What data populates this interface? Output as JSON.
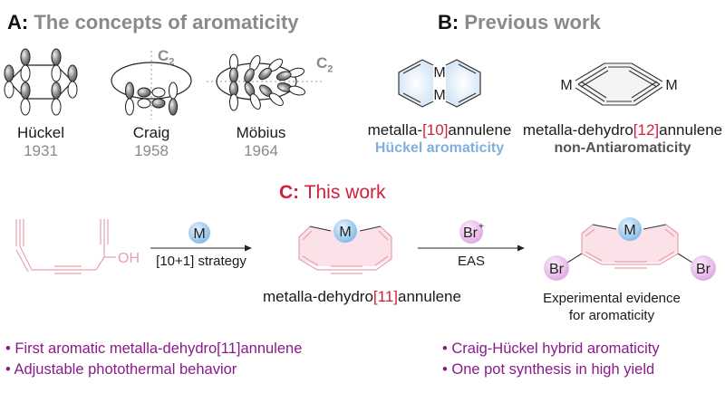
{
  "panel_a": {
    "letter": "A:",
    "title": "The concepts of aromaticity",
    "axis_label": "C",
    "axis_sub": "2",
    "concepts": [
      {
        "name": "Hückel",
        "year": "1931"
      },
      {
        "name": "Craig",
        "year": "1958"
      },
      {
        "name": "Möbius",
        "year": "1964"
      }
    ]
  },
  "panel_b": {
    "letter": "B:",
    "title": "Previous work",
    "metal_symbol": "M",
    "compounds": [
      {
        "prefix": "metalla-",
        "ring": "[10]",
        "suffix": "annulene",
        "property": "Hückel aromaticity"
      },
      {
        "prefix": "metalla-dehydro",
        "ring": "[12]",
        "suffix": "annulene",
        "property": "non-Antiaromaticity"
      }
    ]
  },
  "panel_c": {
    "letter": "C:",
    "title": "This work",
    "substituent": "OH",
    "metal_symbol": "M",
    "step1": {
      "reagent": "M",
      "label": "[10+1] strategy"
    },
    "product1": {
      "prefix": "metalla-dehydro",
      "ring": "[11]",
      "suffix": "annulene"
    },
    "step2": {
      "reagent": "Br",
      "reagent_charge": "+",
      "label": "EAS"
    },
    "product2": {
      "substituent": "Br",
      "caption_line1": "Experimental evidence",
      "caption_line2": "for aromaticity"
    }
  },
  "highlights": {
    "left": [
      "• First aromatic metalla-dehydro[11]annulene",
      "• Adjustable photothermal behavior"
    ],
    "right": [
      "• Craig-Hückel hybrid aromaticity",
      "• One pot synthesis in high yield"
    ]
  },
  "colors": {
    "accent_red": "#d21f3c",
    "highlight_purple": "#8a1a8a",
    "huckel_blue": "#7fb0e0",
    "ring_pink": "#f0b8c4",
    "metal_blue": "#9fcbee",
    "bromine_pink": "#eab8ea"
  }
}
